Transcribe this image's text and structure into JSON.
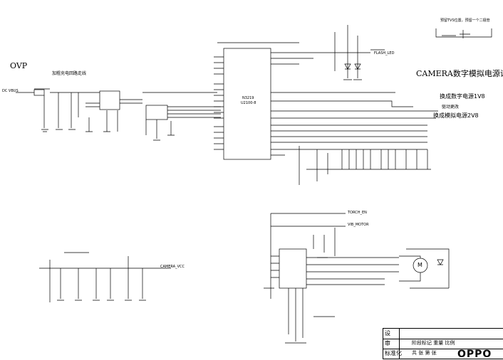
{
  "schematic": {
    "title": "CAMERA数字模拟电源设",
    "ovp_label": "OVP",
    "charging_note": "加粗充电回路走线",
    "input_net": "DC VBUS",
    "ic_name": "U2100-8",
    "ic_ref": "N3219",
    "note_digital": "换成数字电源1V8",
    "note_analog": "换成模拟电源2V8",
    "note_driver": "驱动更改",
    "note_top": "预留TVS位置，预留一个二极管",
    "net_camera": "CAMERA_VCC",
    "net_flash": "FLASH_LED",
    "net_torch": "TORCH_EN",
    "net_motor": "VIB_MOTOR",
    "motor_symbol": "M",
    "logo": "OPPO"
  },
  "title_block": {
    "rows": [
      "设",
      "审",
      "标准化"
    ],
    "row2_extra": "阶段标记  重量  比例",
    "row3_extra": "共  张  第  张"
  },
  "colors": {
    "line": "#000000",
    "background": "#ffffff"
  }
}
